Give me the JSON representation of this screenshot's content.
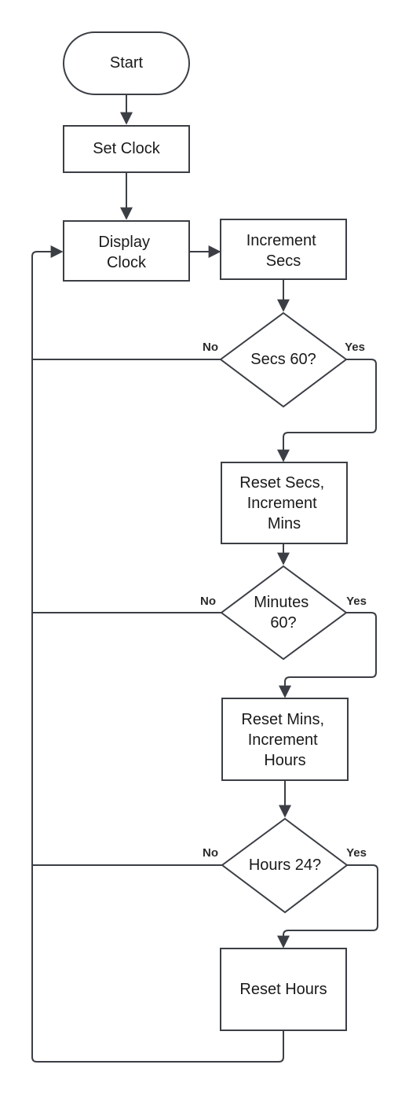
{
  "nodes": {
    "start": {
      "label": [
        "Start"
      ]
    },
    "set_clock": {
      "label": [
        "Set Clock"
      ]
    },
    "display_clock": {
      "label": [
        "Display",
        "Clock"
      ]
    },
    "increment_secs": {
      "label": [
        "Increment",
        "Secs"
      ]
    },
    "secs_60": {
      "label": [
        "Secs 60?"
      ]
    },
    "reset_secs": {
      "label": [
        "Reset Secs,",
        "Increment",
        "Mins"
      ]
    },
    "minutes_60": {
      "label": [
        "Minutes",
        "60?"
      ]
    },
    "reset_mins": {
      "label": [
        "Reset Mins,",
        "Increment",
        "Hours"
      ]
    },
    "hours_24": {
      "label": [
        "Hours 24?"
      ]
    },
    "reset_hours": {
      "label": [
        "Reset Hours"
      ]
    }
  },
  "edges": {
    "secs_no": "No",
    "secs_yes": "Yes",
    "mins_no": "No",
    "mins_yes": "Yes",
    "hours_no": "No",
    "hours_yes": "Yes"
  }
}
